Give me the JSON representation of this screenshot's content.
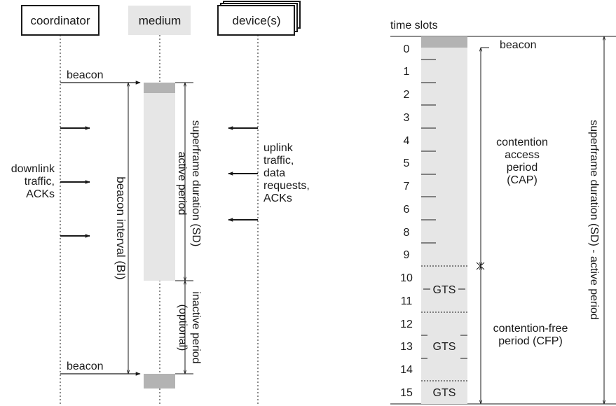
{
  "left": {
    "coordinator_label": "coordinator",
    "medium_label": "medium",
    "devices_label": "device(s)",
    "beacon_top": "beacon",
    "beacon_bottom": "beacon",
    "downlink_lines": [
      "downlink",
      "traffic,",
      "ACKs"
    ],
    "uplink_lines": [
      "uplink",
      "traffic,",
      "data",
      "requests,",
      "ACKs"
    ],
    "beacon_interval": "beacon interval (BI)",
    "sd_line1": "superframe duration (SD)",
    "sd_line2": "active period",
    "inactive_line1": "inactive period",
    "inactive_line2": "(optional)"
  },
  "right": {
    "title": "time slots",
    "slot_numbers": [
      "0",
      "1",
      "2",
      "3",
      "4",
      "5",
      "7",
      "6",
      "8",
      "9",
      "10",
      "11",
      "12",
      "13",
      "14",
      "15"
    ],
    "beacon": "beacon",
    "cap_lines": [
      "contention",
      "access",
      "period",
      "(CAP)"
    ],
    "cfp_lines": [
      "contention-free",
      "period (CFP)"
    ],
    "gts": [
      "GTS",
      "GTS",
      "GTS"
    ],
    "sd_vertical": "superframe duration (SD) - active period"
  },
  "colors": {
    "line": "#1a1a1a",
    "medium_fill": "#e6e6e6",
    "beacon_fill": "#b3b3b3"
  }
}
